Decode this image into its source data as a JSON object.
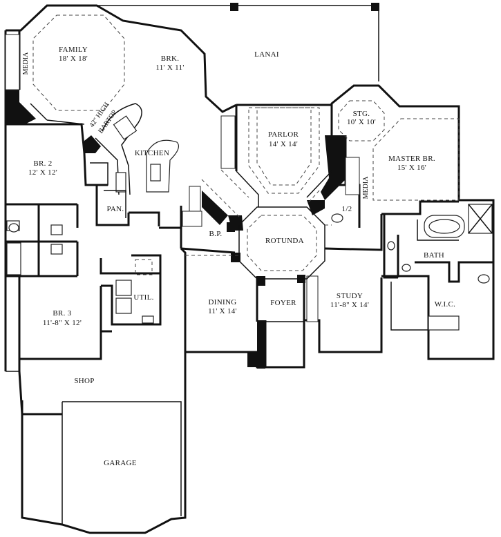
{
  "rooms": {
    "family": {
      "name": "FAMILY",
      "dims": "18' X 18'"
    },
    "brk": {
      "name": "BRK.",
      "dims": "11' X 11'"
    },
    "lanai": {
      "name": "LANAI"
    },
    "media1": {
      "name": "MEDIA"
    },
    "bartop": {
      "line1": "42\" HIGH",
      "line2": "BARTOP"
    },
    "kitchen": {
      "name": "KITCHEN"
    },
    "br2": {
      "name": "BR. 2",
      "dims": "12' X 12'"
    },
    "pan": {
      "name": "PAN."
    },
    "parlor": {
      "name": "PARLOR",
      "dims": "14' X 14'"
    },
    "stg": {
      "name": "STG.",
      "dims": "10' X 10'"
    },
    "media2": {
      "name": "MEDIA"
    },
    "master": {
      "name": "MASTER BR.",
      "dims": "15' X 16'"
    },
    "half": {
      "name": "1/2"
    },
    "bp": {
      "name": "B.P."
    },
    "rotunda": {
      "name": "ROTUNDA"
    },
    "bath": {
      "name": "BATH"
    },
    "util": {
      "name": "UTIL."
    },
    "br3": {
      "name": "BR. 3",
      "dims": "11'-8\" X 12'"
    },
    "dining": {
      "name": "DINING",
      "dims": "11' X 14'"
    },
    "foyer": {
      "name": "FOYER"
    },
    "study": {
      "name": "STUDY",
      "dims": "11'-8\" X 14'"
    },
    "wic": {
      "name": "W.I.C."
    },
    "shop": {
      "name": "SHOP"
    },
    "garage": {
      "name": "GARAGE"
    }
  }
}
